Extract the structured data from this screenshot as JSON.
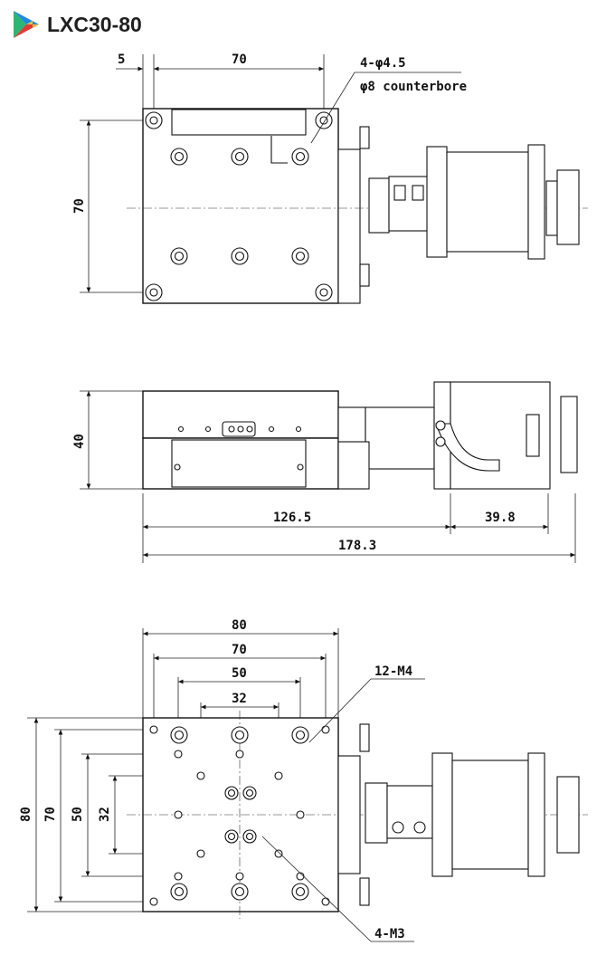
{
  "header": {
    "title": "LXC30-80"
  },
  "top_view": {
    "dim_top_left": "5",
    "dim_top_width": "70",
    "dim_left_height": "70",
    "hole_callout_line1": "4-φ4.5",
    "hole_callout_line2": "φ8 counterbore"
  },
  "side_view": {
    "dim_height": "40",
    "dim_body_length": "126.5",
    "dim_motor_length": "39.8",
    "dim_total_length": "178.3"
  },
  "bottom_view": {
    "dim_80": "80",
    "dim_70": "70",
    "dim_50": "50",
    "dim_32": "32",
    "dim_left_80": "80",
    "dim_left_70": "70",
    "dim_left_50": "50",
    "dim_left_32": "32",
    "callout_m4": "12-M4",
    "callout_m3": "4-M3"
  }
}
